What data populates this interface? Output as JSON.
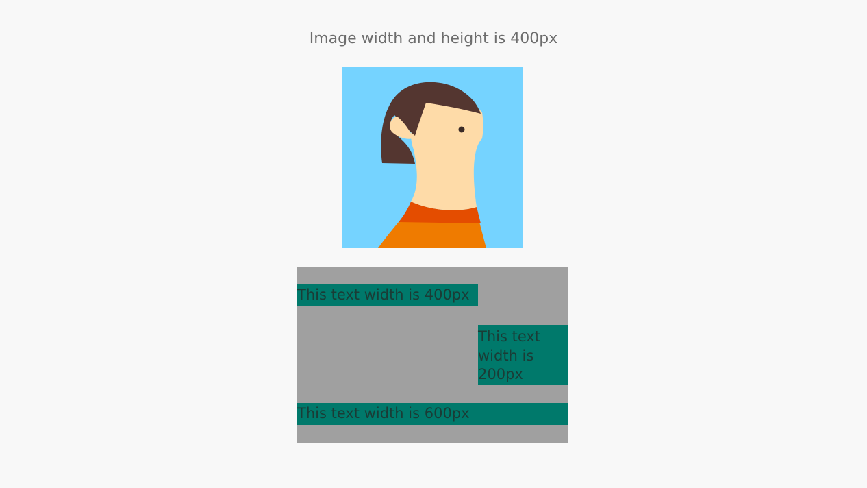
{
  "header": {
    "title": "Image width and height is 400px"
  },
  "image": {
    "icon": "person-portrait-illustration",
    "background": "#75d3ff"
  },
  "text_panel": {
    "background": "#a0a0a0",
    "item_background": "#00796b",
    "items": [
      {
        "label": "This text width is 400px"
      },
      {
        "label": "This text width is 200px"
      },
      {
        "label": "This text width is 600px"
      }
    ]
  }
}
